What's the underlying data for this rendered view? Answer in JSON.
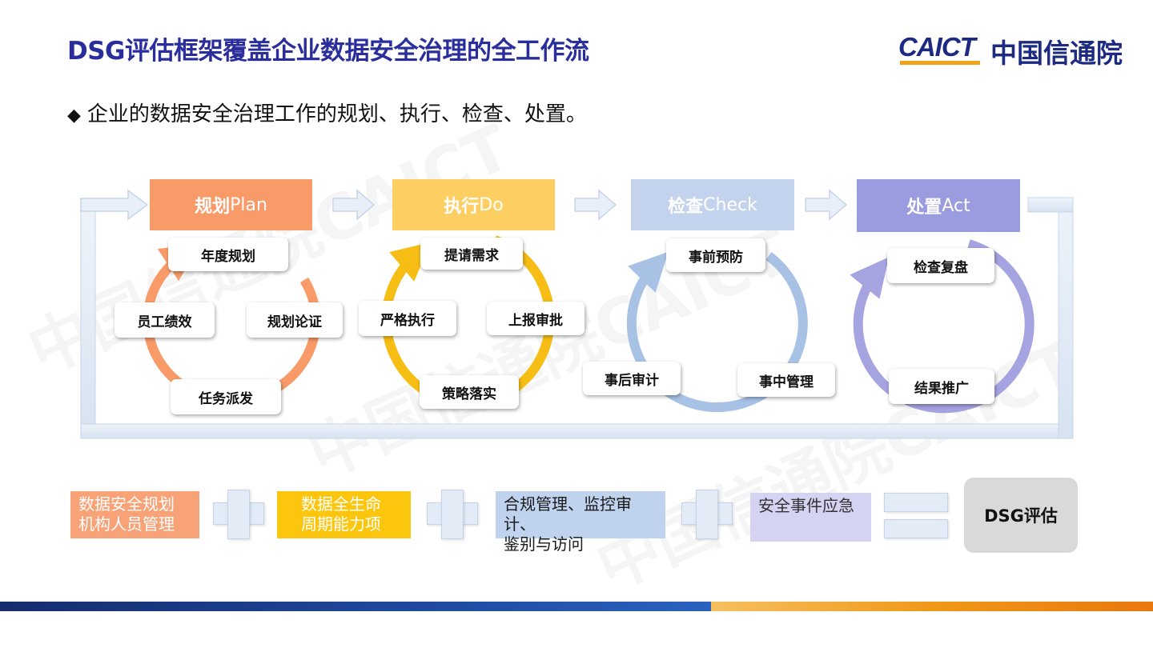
{
  "title": "DSG评估框架覆盖企业数据安全治理的全工作流",
  "logo": {
    "latin": "CAICT",
    "cjk": "中国信通院"
  },
  "bullet": {
    "marker": "◆",
    "text": "企业的数据安全治理工作的规划、执行、检查、处置。"
  },
  "watermarks": [
    "中国信通院CAICT",
    "中国信通院CAICT",
    "中国信通院CAICT"
  ],
  "phases": [
    {
      "cn": "规划",
      "en": "Plan",
      "color": "#f89b69",
      "ring_color": "#f89b69",
      "steps": [
        "年度规划",
        "规划论证",
        "任务派发",
        "员工绩效"
      ]
    },
    {
      "cn": "执行",
      "en": "Do",
      "color": "#fdcf62",
      "ring_color": "#f6be15",
      "steps": [
        "提请需求",
        "上报审批",
        "策略落实",
        "严格执行"
      ]
    },
    {
      "cn": "检查",
      "en": "Check",
      "color": "#c3d3ee",
      "ring_color": "#a8c2e6",
      "steps": [
        "事前预防",
        "事中管理",
        "事后审计"
      ]
    },
    {
      "cn": "处置",
      "en": "Act",
      "color": "#9b9cdf",
      "ring_color": "#a6a3e1",
      "steps": [
        "检查复盘",
        "结果推广"
      ]
    }
  ],
  "categories": [
    {
      "line1": "数据安全规划",
      "line2": "机构人员管理",
      "bg": "#f8a277"
    },
    {
      "line1": "数据全生命",
      "line2": "周期能力项",
      "bg": "#fcc50e"
    },
    {
      "line1": "合规管理、监控审计、",
      "line2": "鉴别与访问",
      "bg": "#bfd2ee"
    },
    {
      "line1": "安全事件应急",
      "line2": "",
      "bg": "#d5d3f2"
    }
  ],
  "result": "DSG评估"
}
